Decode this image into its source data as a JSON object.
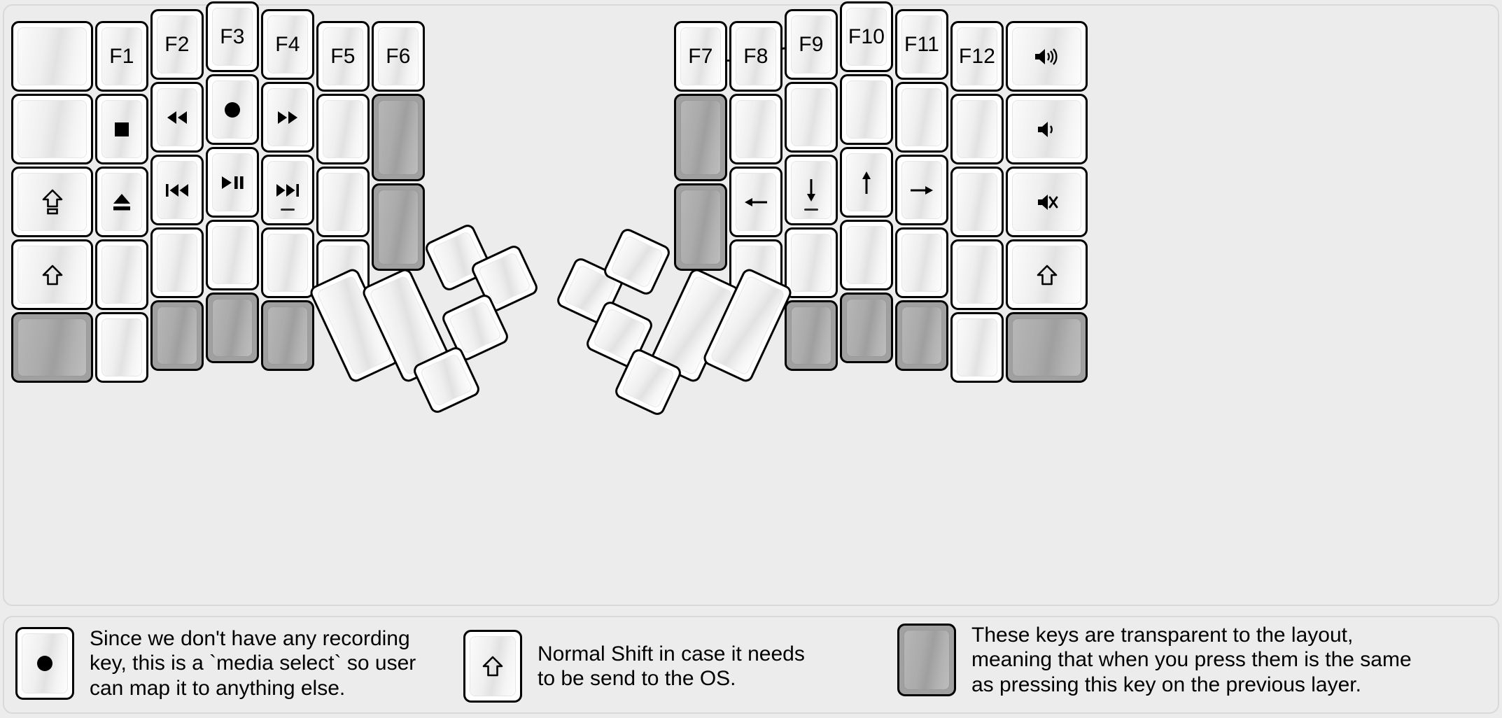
{
  "title": "fn Layer",
  "colors": {
    "background": "#ececec",
    "key_face": "#ffffff",
    "transparent_key": "#a0a0a0",
    "outline": "#000000"
  },
  "keyboard": {
    "left_half": {
      "columns": [
        {
          "name": "col-pinky-outer",
          "keys": [
            {
              "label": "",
              "icon": "",
              "type": "normal"
            },
            {
              "label": "",
              "icon": "",
              "type": "normal"
            },
            {
              "label": "",
              "icon": "caps-lock-icon",
              "type": "normal"
            },
            {
              "label": "",
              "icon": "shift-icon",
              "type": "normal"
            },
            {
              "label": "",
              "icon": "",
              "type": "transparent"
            }
          ]
        },
        {
          "name": "col-pinky",
          "keys": [
            {
              "label": "F1",
              "icon": "",
              "type": "normal"
            },
            {
              "label": "",
              "icon": "media-stop-icon",
              "type": "normal"
            },
            {
              "label": "",
              "icon": "media-eject-icon",
              "type": "normal"
            },
            {
              "label": "",
              "icon": "",
              "type": "normal"
            },
            {
              "label": "",
              "icon": "",
              "type": "normal"
            }
          ]
        },
        {
          "name": "col-ring",
          "keys": [
            {
              "label": "F2",
              "icon": "",
              "type": "normal"
            },
            {
              "label": "",
              "icon": "media-rewind-icon",
              "type": "normal"
            },
            {
              "label": "",
              "icon": "media-previous-icon",
              "type": "normal"
            },
            {
              "label": "",
              "icon": "",
              "type": "normal"
            },
            {
              "label": "",
              "icon": "",
              "type": "transparent"
            }
          ]
        },
        {
          "name": "col-middle",
          "keys": [
            {
              "label": "F3",
              "icon": "",
              "type": "normal"
            },
            {
              "label": "",
              "icon": "media-record-icon",
              "type": "normal"
            },
            {
              "label": "",
              "icon": "media-play-pause-icon",
              "type": "normal"
            },
            {
              "label": "",
              "icon": "",
              "type": "normal"
            },
            {
              "label": "",
              "icon": "",
              "type": "transparent"
            }
          ]
        },
        {
          "name": "col-index",
          "keys": [
            {
              "label": "F4",
              "icon": "",
              "type": "normal"
            },
            {
              "label": "",
              "icon": "media-fast-forward-icon",
              "type": "normal"
            },
            {
              "label": "",
              "icon": "media-next-icon",
              "type": "normal",
              "homing": true
            },
            {
              "label": "",
              "icon": "",
              "type": "normal"
            },
            {
              "label": "",
              "icon": "",
              "type": "transparent"
            }
          ]
        },
        {
          "name": "col-index-inner",
          "keys": [
            {
              "label": "F5",
              "icon": "",
              "type": "normal"
            },
            {
              "label": "",
              "icon": "",
              "type": "normal"
            },
            {
              "label": "",
              "icon": "",
              "type": "normal"
            },
            {
              "label": "",
              "icon": "",
              "type": "normal"
            }
          ]
        },
        {
          "name": "col-extra",
          "keys": [
            {
              "label": "F6",
              "icon": "",
              "type": "normal"
            },
            {
              "label": "",
              "icon": "",
              "type": "transparent",
              "tall": true
            },
            {
              "label": "",
              "icon": "",
              "type": "transparent",
              "tall": true
            }
          ]
        }
      ],
      "thumb_cluster": [
        {
          "name": "thumb-l-big-1",
          "label": "",
          "icon": "",
          "type": "normal"
        },
        {
          "name": "thumb-l-big-2",
          "label": "",
          "icon": "",
          "type": "normal"
        },
        {
          "name": "thumb-l-small-1",
          "label": "",
          "icon": "",
          "type": "normal"
        },
        {
          "name": "thumb-l-small-2",
          "label": "",
          "icon": "",
          "type": "normal"
        },
        {
          "name": "thumb-l-small-3",
          "label": "",
          "icon": "",
          "type": "normal"
        },
        {
          "name": "thumb-l-small-4",
          "label": "",
          "icon": "",
          "type": "normal"
        }
      ]
    },
    "right_half": {
      "columns": [
        {
          "name": "col-extra",
          "keys": [
            {
              "label": "F7",
              "icon": "",
              "type": "normal"
            },
            {
              "label": "",
              "icon": "",
              "type": "transparent",
              "tall": true
            },
            {
              "label": "",
              "icon": "",
              "type": "transparent",
              "tall": true
            }
          ]
        },
        {
          "name": "col-index-inner",
          "keys": [
            {
              "label": "F8",
              "icon": "",
              "type": "normal"
            },
            {
              "label": "",
              "icon": "",
              "type": "normal"
            },
            {
              "label": "",
              "icon": "arrow-left-icon",
              "type": "normal"
            },
            {
              "label": "",
              "icon": "",
              "type": "normal"
            }
          ]
        },
        {
          "name": "col-index",
          "keys": [
            {
              "label": "F9",
              "icon": "",
              "type": "normal"
            },
            {
              "label": "",
              "icon": "",
              "type": "normal"
            },
            {
              "label": "",
              "icon": "arrow-down-icon",
              "type": "normal",
              "homing": true
            },
            {
              "label": "",
              "icon": "",
              "type": "normal"
            },
            {
              "label": "",
              "icon": "",
              "type": "transparent"
            }
          ]
        },
        {
          "name": "col-middle",
          "keys": [
            {
              "label": "F10",
              "icon": "",
              "type": "normal"
            },
            {
              "label": "",
              "icon": "",
              "type": "normal"
            },
            {
              "label": "",
              "icon": "arrow-up-icon",
              "type": "normal"
            },
            {
              "label": "",
              "icon": "",
              "type": "normal"
            },
            {
              "label": "",
              "icon": "",
              "type": "transparent"
            }
          ]
        },
        {
          "name": "col-ring",
          "keys": [
            {
              "label": "F11",
              "icon": "",
              "type": "normal"
            },
            {
              "label": "",
              "icon": "",
              "type": "normal"
            },
            {
              "label": "",
              "icon": "arrow-right-icon",
              "type": "normal"
            },
            {
              "label": "",
              "icon": "",
              "type": "normal"
            },
            {
              "label": "",
              "icon": "",
              "type": "transparent"
            }
          ]
        },
        {
          "name": "col-pinky",
          "keys": [
            {
              "label": "F12",
              "icon": "",
              "type": "normal"
            },
            {
              "label": "",
              "icon": "",
              "type": "normal"
            },
            {
              "label": "",
              "icon": "",
              "type": "normal"
            },
            {
              "label": "",
              "icon": "",
              "type": "normal"
            },
            {
              "label": "",
              "icon": "",
              "type": "normal"
            }
          ]
        },
        {
          "name": "col-pinky-outer",
          "keys": [
            {
              "label": "",
              "icon": "volume-up-icon",
              "type": "normal"
            },
            {
              "label": "",
              "icon": "volume-down-icon",
              "type": "normal"
            },
            {
              "label": "",
              "icon": "volume-mute-icon",
              "type": "normal"
            },
            {
              "label": "",
              "icon": "shift-icon",
              "type": "normal"
            },
            {
              "label": "",
              "icon": "",
              "type": "transparent"
            }
          ]
        }
      ],
      "thumb_cluster": [
        {
          "name": "thumb-r-big-1",
          "label": "",
          "icon": "",
          "type": "normal"
        },
        {
          "name": "thumb-r-big-2",
          "label": "",
          "icon": "",
          "type": "normal"
        },
        {
          "name": "thumb-r-small-1",
          "label": "",
          "icon": "",
          "type": "normal"
        },
        {
          "name": "thumb-r-small-2",
          "label": "",
          "icon": "",
          "type": "normal"
        },
        {
          "name": "thumb-r-small-3",
          "label": "",
          "icon": "",
          "type": "normal"
        },
        {
          "name": "thumb-r-small-4",
          "label": "",
          "icon": "",
          "type": "normal"
        }
      ]
    }
  },
  "legend": [
    {
      "icon": "media-record-icon",
      "key_type": "normal",
      "text": "Since we don't have any recording\nkey, this is a `media select` so user\ncan map it to anything else."
    },
    {
      "icon": "shift-icon",
      "key_type": "normal",
      "text": "Normal Shift in case it needs\nto be send to the OS."
    },
    {
      "icon": "",
      "key_type": "transparent",
      "text": "These keys are transparent to the layout,\nmeaning that when you press them is the same\nas pressing this key on the previous layer."
    }
  ]
}
